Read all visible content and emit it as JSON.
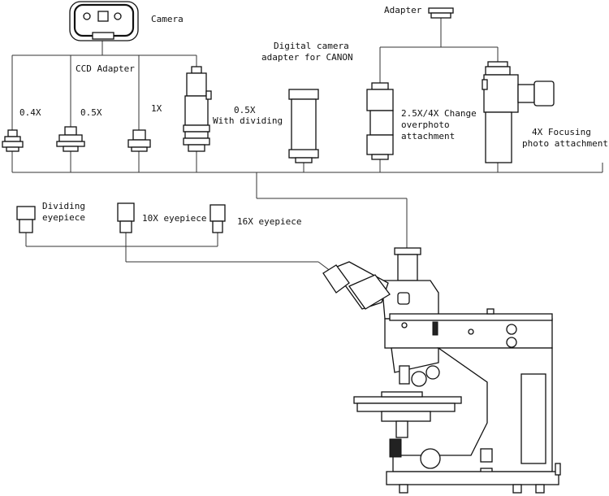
{
  "labels": {
    "camera": "Camera",
    "adapter": "Adapter",
    "ccd_adapter": "CCD Adapter",
    "digital_camera_line1": "Digital camera",
    "digital_camera_line2": "adapter for CANON",
    "x04": "0.4X",
    "x05": "0.5X",
    "x1": "1X",
    "x05d_line1": "0.5X",
    "x05d_line2": "With dividing",
    "change_line1": "2.5X/4X Change",
    "change_line2": "overphoto",
    "change_line3": "attachment",
    "focus_line1": "4X Focusing",
    "focus_line2": "photo attachment",
    "dividing_line1": "Dividing",
    "dividing_line2": "eyepiece",
    "eyepiece10": "10X eyepiece",
    "eyepiece16": "16X eyepiece"
  }
}
